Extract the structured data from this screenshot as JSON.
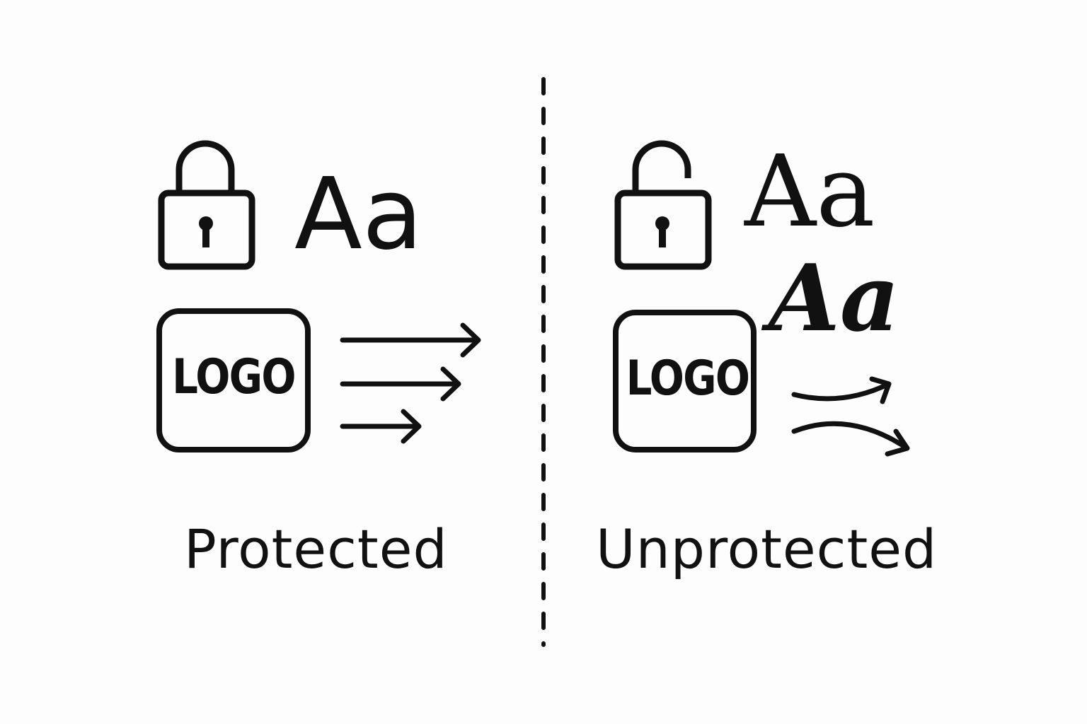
{
  "left": {
    "label": "Protected",
    "typography": "Aa",
    "logo": "LOGO",
    "lock": "lock-closed-icon"
  },
  "right": {
    "label": "Unprotected",
    "typography_1": "Aa",
    "typography_2": "Aa",
    "logo": "LOGO",
    "lock": "lock-open-icon"
  },
  "colors": {
    "stroke": "#111111",
    "background": "#fdfdfd"
  }
}
